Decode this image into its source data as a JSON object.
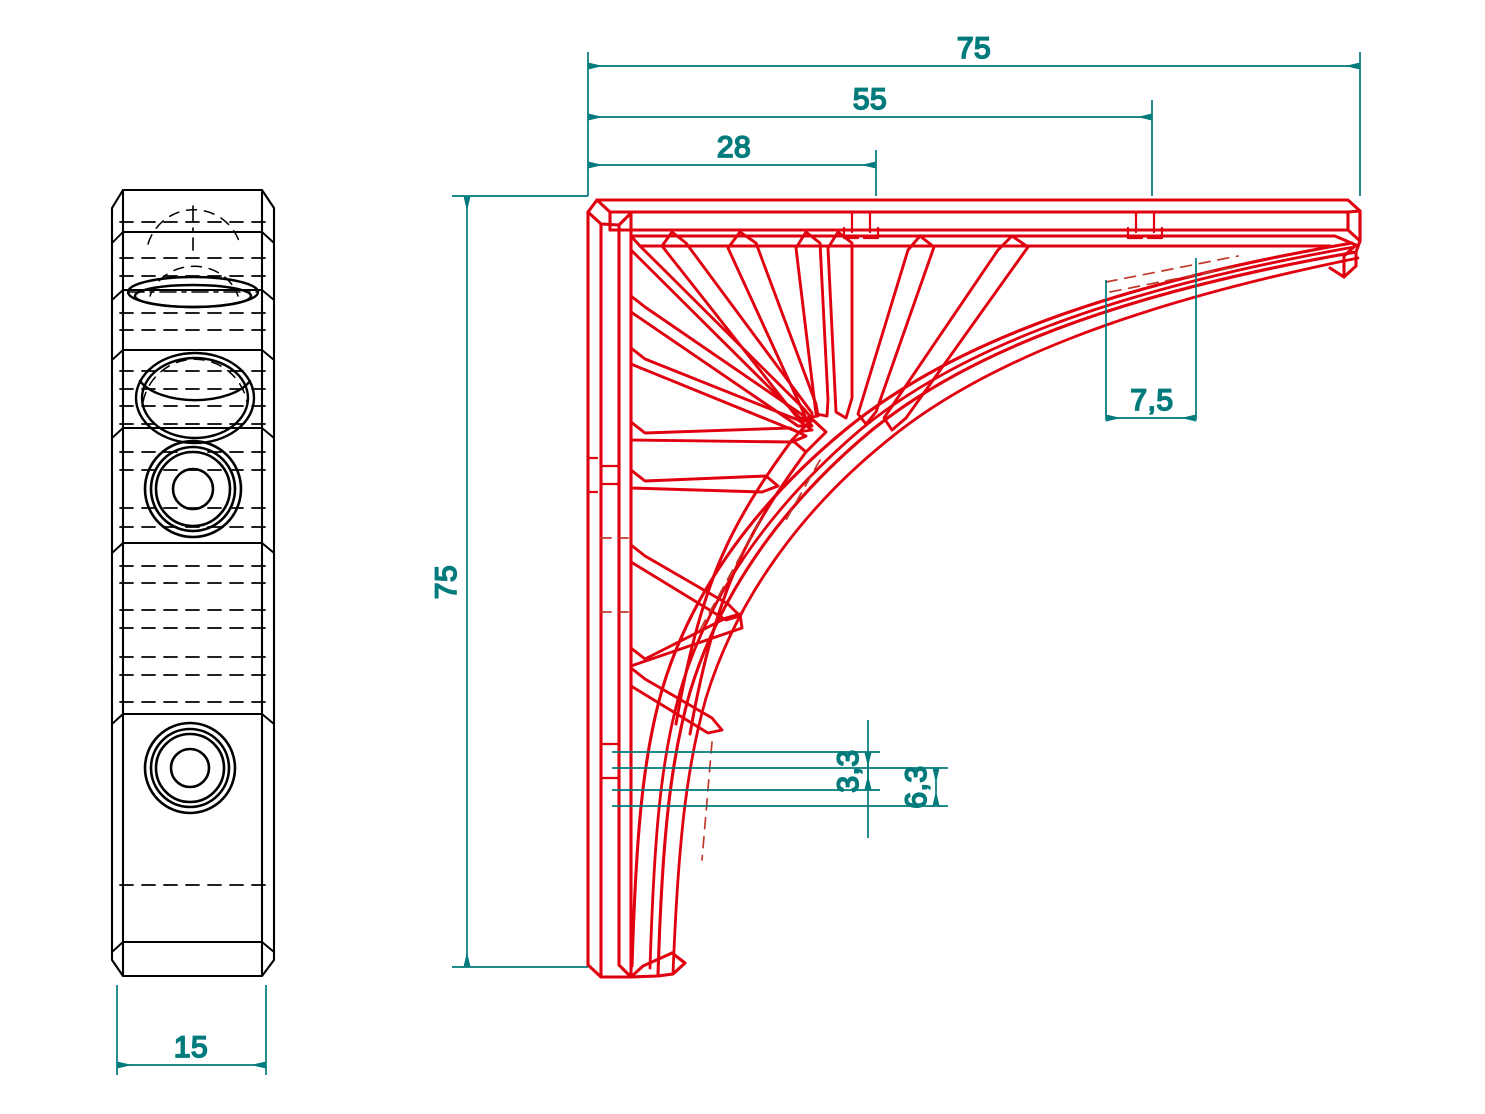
{
  "drawing": {
    "title": "Shelf Bracket Technical Drawing",
    "units": "mm",
    "colors": {
      "part_outline": "#e1000f",
      "dimension": "#007a7a",
      "side_view_outline": "#000000",
      "background": "#ffffff"
    },
    "views": [
      {
        "name": "side-view",
        "style": "black-line",
        "position": "left"
      },
      {
        "name": "front-view",
        "style": "red-line",
        "position": "right"
      }
    ]
  },
  "dimensions": {
    "overall_width": "75",
    "rib_station_2": "55",
    "rib_station_1": "28",
    "overall_height": "75",
    "web_offset": "7,5",
    "wall_thin": "3,3",
    "wall_thick": "6,3",
    "side_thickness": "15"
  },
  "labels": {
    "d_75_top": "75",
    "d_55": "55",
    "d_28": "28",
    "d_75_left": "75",
    "d_7_5": "7,5",
    "d_3_3": "3,3",
    "d_6_3": "6,3",
    "d_15": "15"
  }
}
